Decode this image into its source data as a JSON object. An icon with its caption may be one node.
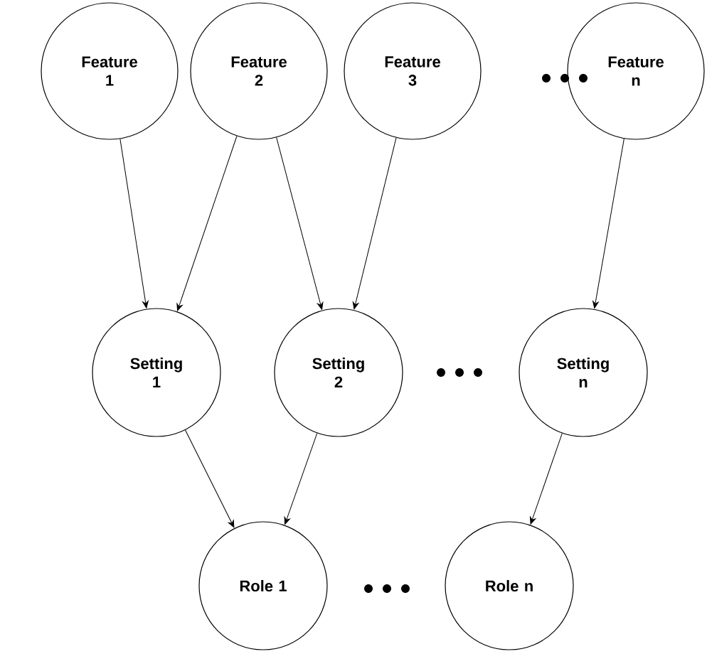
{
  "diagram": {
    "nodes": [
      {
        "text": [
          "Feature 1"
        ]
      },
      {
        "text": [
          "Feature 2"
        ]
      },
      {
        "text": [
          "Feature 3"
        ]
      },
      {
        "text": [
          "Feature n"
        ]
      },
      {
        "text": [
          "Setting 1"
        ]
      },
      {
        "text": [
          "Setting 2"
        ]
      },
      {
        "text": [
          "Setting n"
        ]
      },
      {
        "text": [
          "Role 1"
        ]
      },
      {
        "text": [
          "Role n"
        ]
      }
    ],
    "edges": [
      {
        "from": 0,
        "to": 4,
        "arrow": "to"
      },
      {
        "from": 1,
        "to": 4,
        "arrow": "to"
      },
      {
        "from": 1,
        "to": 5,
        "arrow": "to"
      },
      {
        "from": 2,
        "to": 5,
        "arrow": "to"
      },
      {
        "from": 3,
        "to": 6,
        "arrow": "to"
      },
      {
        "from": 4,
        "to": 7,
        "arrow": "to"
      },
      {
        "from": 5,
        "to": 7,
        "arrow": "to"
      },
      {
        "from": 6,
        "to": 8,
        "arrow": "to"
      }
    ]
  }
}
